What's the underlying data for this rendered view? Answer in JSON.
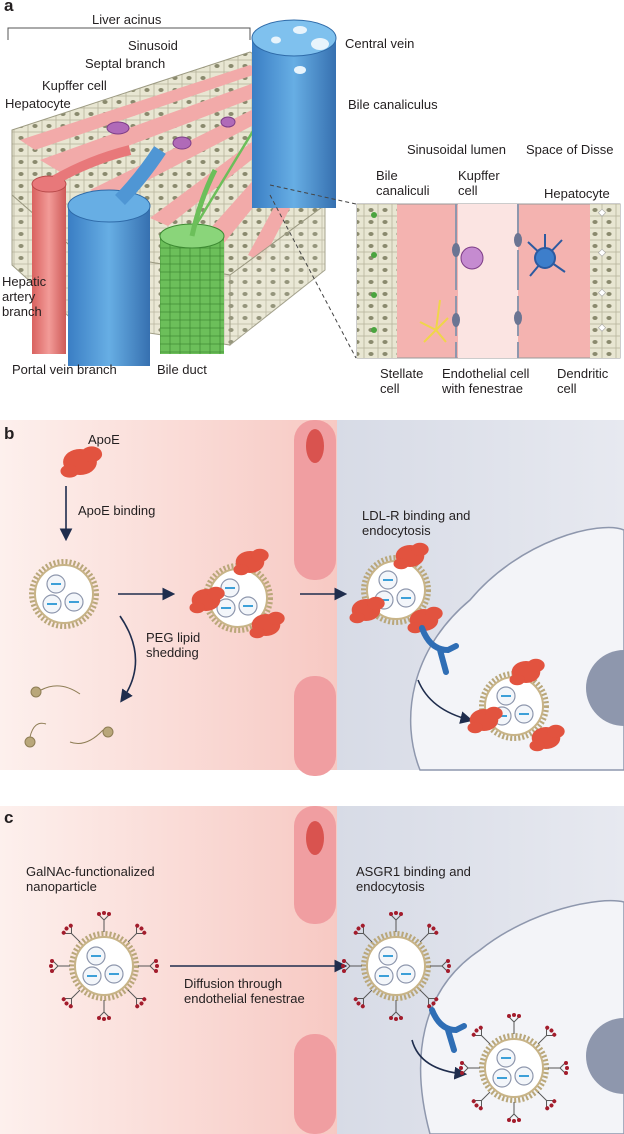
{
  "panels": {
    "a": {
      "label": "a",
      "labels": {
        "liver_acinus": "Liver acinus",
        "central_vein": "Central vein",
        "sinusoid": "Sinusoid",
        "septal_branch": "Septal branch",
        "kupffer_cell": "Kupffer cell",
        "hepatocyte": "Hepatocyte",
        "bile_canaliculus": "Bile canaliculus",
        "hepatic_artery_branch": "Hepatic artery branch",
        "portal_vein_branch": "Portal vein branch",
        "bile_duct": "Bile duct"
      },
      "inset_labels": {
        "sinusoidal_lumen": "Sinusoidal lumen",
        "space_of_disse": "Space of Disse",
        "bile_canaliculi": "Bile canaliculi",
        "kupffer_cell": "Kupffer cell",
        "hepatocyte": "Hepatocyte",
        "stellate_cell": "Stellate cell",
        "endothelial_cell": "Endothelial cell with fenestrae",
        "dendritic_cell": "Dendritic cell"
      }
    },
    "b": {
      "label": "b",
      "labels": {
        "apoe": "ApoE",
        "apoe_binding": "ApoE binding",
        "peg_shedding": "PEG lipid shedding",
        "ldlr": "LDL-R binding and endocytosis"
      }
    },
    "c": {
      "label": "c",
      "labels": {
        "galnac": "GalNAc-functionalized nanoparticle",
        "diffusion": "Diffusion through endothelial fenestrae",
        "asgr1": "ASGR1 binding and endocytosis"
      }
    }
  },
  "colors": {
    "hepatocyte": "#e8e6d2",
    "sinusoid": "#f2aaa9",
    "artery": "#e8787a",
    "portal_vein": "#4f96d4",
    "bile_duct": "#6cbf5a",
    "blood_bg": "#fbe0dc",
    "tissue_bg": "#dde0ea",
    "apoe": "#e2533f",
    "receptor": "#2f6eb5",
    "nucleus": "#8e97ad",
    "arrow": "#1f2d4d"
  }
}
